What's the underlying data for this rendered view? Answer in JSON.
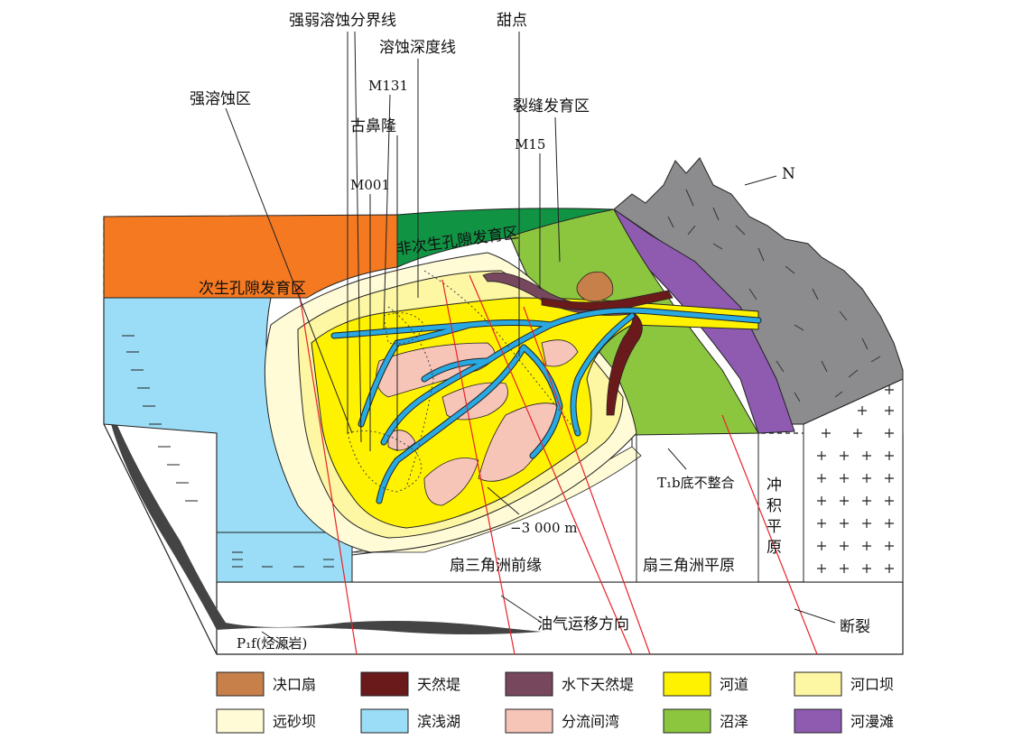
{
  "labels": {
    "strong_weak_boundary": "强弱溶蚀分界线",
    "dissolution_depth_line": "溶蚀深度线",
    "sweet_spot": "甜点",
    "strong_dissolution_zone": "强溶蚀区",
    "well_m131": "M131",
    "ancient_nose_uplift": "古鼻隆",
    "fracture_zone": "裂缝发育区",
    "well_m15": "M15",
    "well_m001": "M001",
    "north": "N",
    "non_secondary_pore_zone": "非次生孔隙发育区",
    "secondary_pore_zone": "次生孔隙发育区",
    "unconformity": "T₁b底不整合",
    "depth_contour": "−3 000 m",
    "fan_delta_front": "扇三角洲前缘",
    "fan_delta_plain": "扇三角洲平原",
    "alluvial_plain": "冲积平原",
    "migration_direction": "油气运移方向",
    "fault": "断裂",
    "source_rock": "P₁f(烃源岩)"
  },
  "legend": [
    {
      "name": "crevasse-splay",
      "label": "决口扇",
      "color": "#c8804a"
    },
    {
      "name": "natural-levee",
      "label": "天然堤",
      "color": "#6b1a1c"
    },
    {
      "name": "subaqueous-levee",
      "label": "水下天然堤",
      "color": "#77475e"
    },
    {
      "name": "channel",
      "label": "河道",
      "color": "#fff200"
    },
    {
      "name": "mouth-bar",
      "label": "河口坝",
      "color": "#fdf6a3"
    },
    {
      "name": "distal-bar",
      "label": "远砂坝",
      "color": "#fffbd6"
    },
    {
      "name": "shore-shallow-lake",
      "label": "滨浅湖",
      "color": "#9bdcf6"
    },
    {
      "name": "interdistributary-bay",
      "label": "分流间湾",
      "color": "#f7c4b8"
    },
    {
      "name": "swamp",
      "label": "沼泽",
      "color": "#8cc63f"
    },
    {
      "name": "floodplain",
      "label": "河漫滩",
      "color": "#8e5bb0"
    }
  ],
  "colors": {
    "orange_zone": "#f47920",
    "green_zone": "#109444",
    "mountain": "#8c8c8e",
    "river": "#29a9e1",
    "fault_line": "#e8232a"
  }
}
